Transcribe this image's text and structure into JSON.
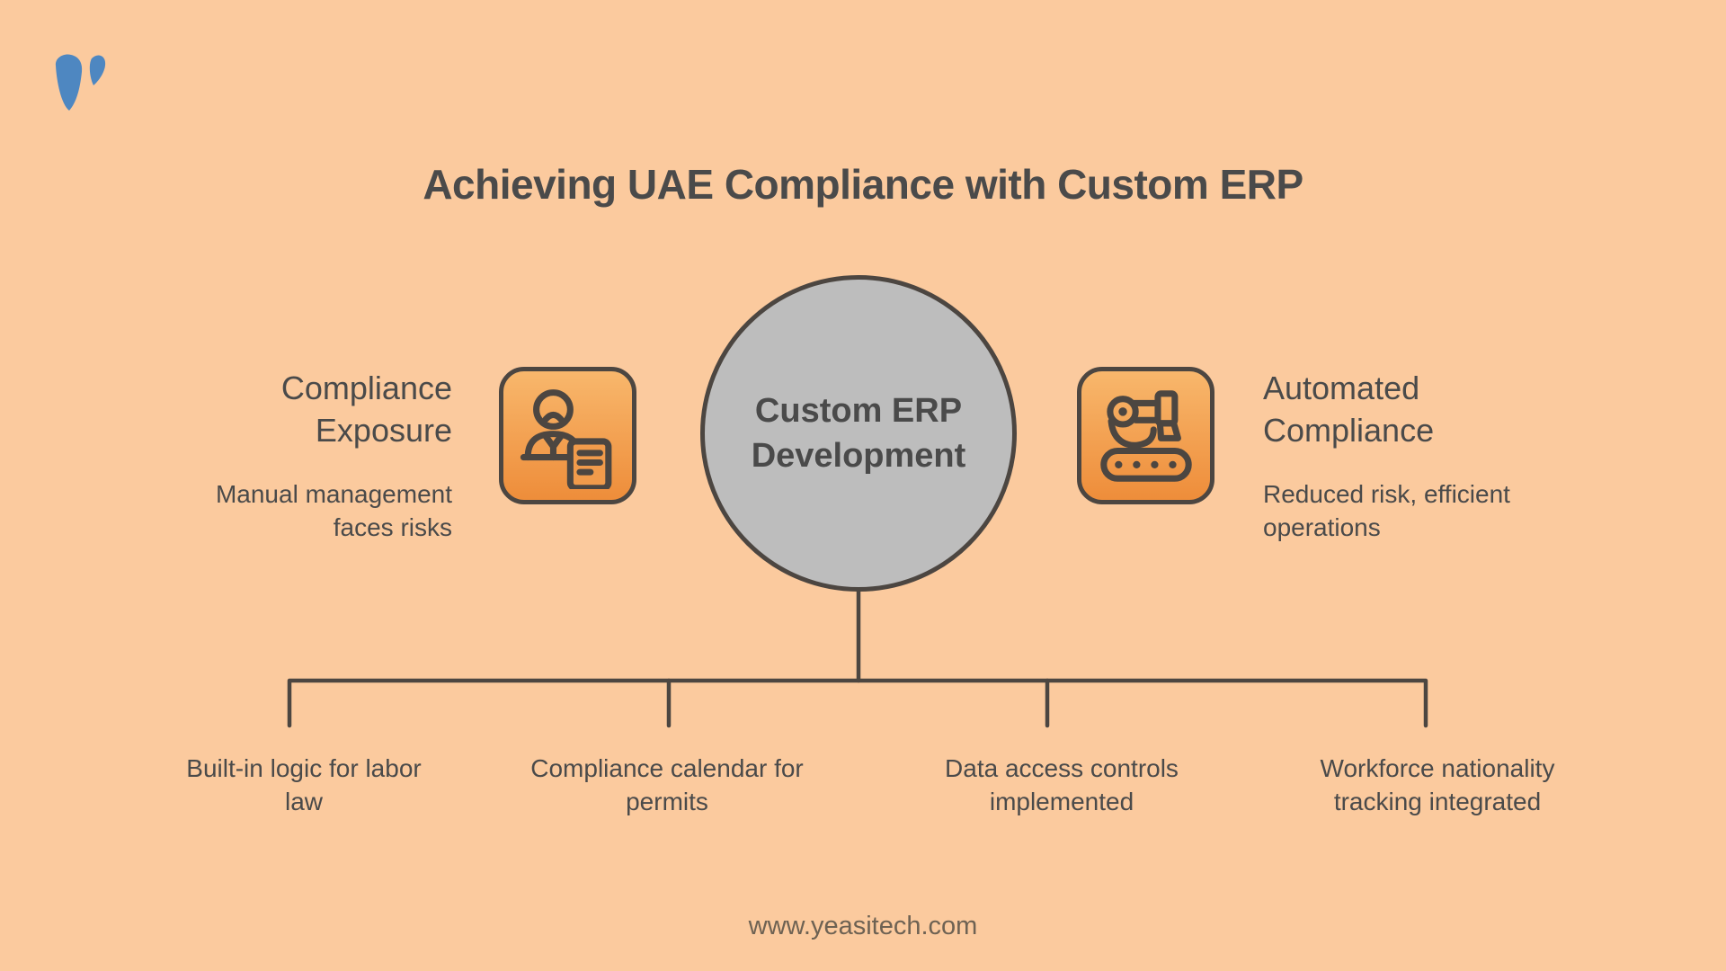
{
  "colors": {
    "background": "#FBCA9E",
    "accent-top": "#F8B76C",
    "accent-bottom": "#EE8D3A",
    "node-fill": "#BDBDBD",
    "line": "#4C4641",
    "text": "#4A4A4A",
    "footer-text": "#6E6253",
    "logo-blue": "#4E87C1"
  },
  "logo": {
    "icon": "yeasitech-v-logo"
  },
  "title": "Achieving UAE Compliance with Custom ERP",
  "center_node": {
    "label": "Custom ERP\nDevelopment"
  },
  "left_section": {
    "icon": "person-document-icon",
    "heading": "Compliance\nExposure",
    "description": "Manual management\nfaces risks"
  },
  "right_section": {
    "icon": "robot-arm-icon",
    "heading": "Automated\nCompliance",
    "description": "Reduced risk, efficient\noperations"
  },
  "branches": [
    {
      "label": "Built-in logic for labor\nlaw"
    },
    {
      "label": "Compliance calendar for\npermits"
    },
    {
      "label": "Data access controls\nimplemented"
    },
    {
      "label": "Workforce nationality\ntracking integrated"
    }
  ],
  "footer": {
    "website": "www.yeasitech.com"
  }
}
